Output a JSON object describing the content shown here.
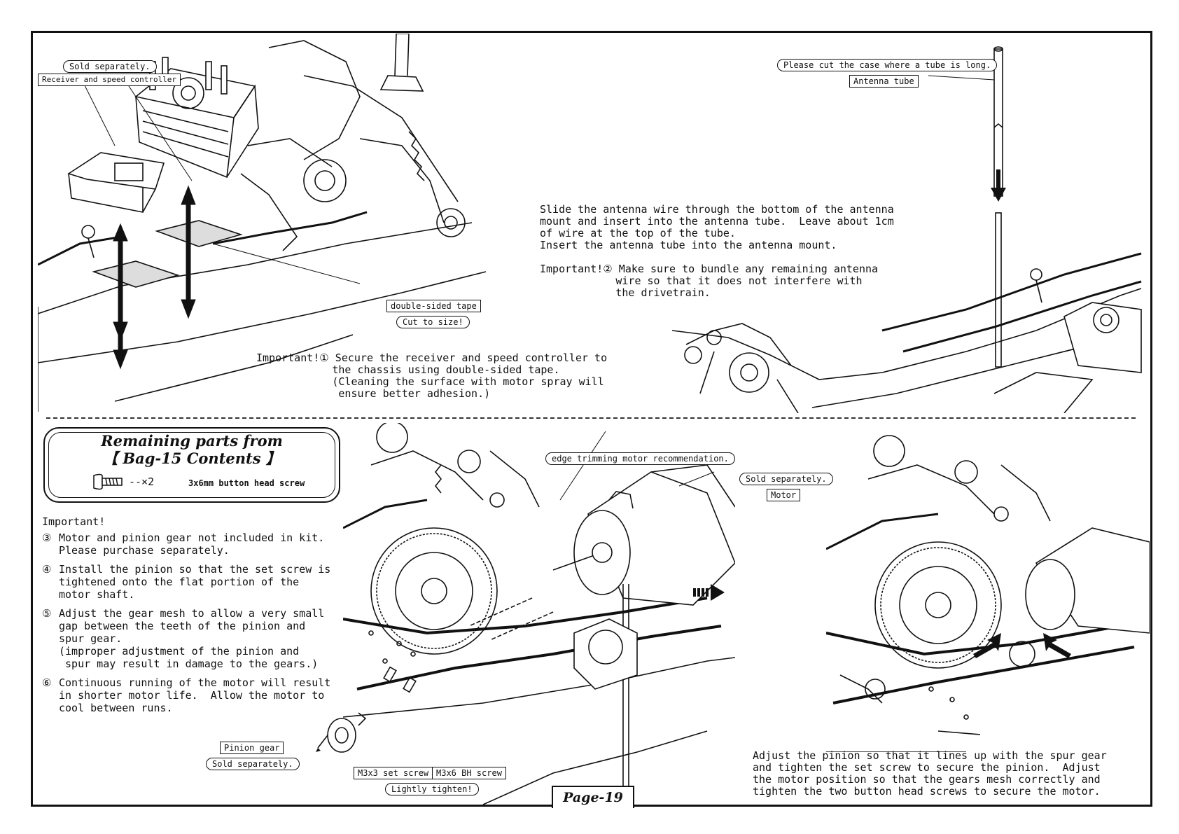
{
  "page": {
    "label": "Page-19"
  },
  "top_left": {
    "sold_separately": "Sold separately.",
    "receiver_label": "Receiver and speed controller",
    "tape_label": "double-sided tape",
    "cut_label": "Cut to size!",
    "important1": "Important!① Secure the receiver and speed controller to\n            the chassis using double-sided tape.\n            (Cleaning the surface with motor spray will\n             ensure better adhesion.)"
  },
  "top_right": {
    "cut_case": "Please cut the case where a tube is long.",
    "antenna_tube": "Antenna tube",
    "slide_text": "Slide the antenna wire through the bottom of the antenna\nmount and insert into the antenna tube.  Leave about 1cm\nof wire at the top of the tube.\nInsert the antenna tube into the antenna mount.",
    "important2": "Important!② Make sure to bundle any remaining antenna\n            wire so that it does not interfere with\n            the drivetrain."
  },
  "bag": {
    "title1": "Remaining parts from",
    "title2": "【 Bag-15 Contents 】",
    "qty": "--×2",
    "desc": "3x6mm button head screw"
  },
  "notes": {
    "heading": "Important!",
    "items": [
      {
        "n": "③",
        "t": "Motor and pinion gear not included in kit.\nPlease purchase separately."
      },
      {
        "n": "④",
        "t": "Install the pinion so that the set screw is\ntightened onto the flat portion of the\nmotor shaft."
      },
      {
        "n": "⑤",
        "t": "Adjust the gear mesh to allow a very small\ngap between the teeth of the pinion and\nspur gear.\n(improper adjustment of the pinion and\n spur may result in damage to the gears.)"
      },
      {
        "n": "⑥",
        "t": "Continuous running of the motor will result\nin shorter motor life.  Allow the motor to\ncool between runs."
      }
    ]
  },
  "bottom_mid": {
    "edge_trimming": "edge trimming motor recommendation.",
    "sold_separately": "Sold separately.",
    "motor": "Motor",
    "pinion_gear": "Pinion gear",
    "pinion_sold": "Sold separately.",
    "set_screw": "M3x3 set screw",
    "bh_screw": "M3x6 BH screw",
    "lightly": "Lightly tighten!"
  },
  "bottom_right": {
    "adjust_text": "Adjust the pinion so that it lines up with the spur gear\nand tighten the set screw to secure the pinion.  Adjust\nthe motor position so that the gears mesh correctly and\ntighten the two button head screws to secure the motor."
  },
  "illustrations": [
    "chassis-receiver-esc-illustration",
    "antenna-tube-illustration",
    "motor-install-illustration",
    "gear-mesh-result-illustration"
  ]
}
